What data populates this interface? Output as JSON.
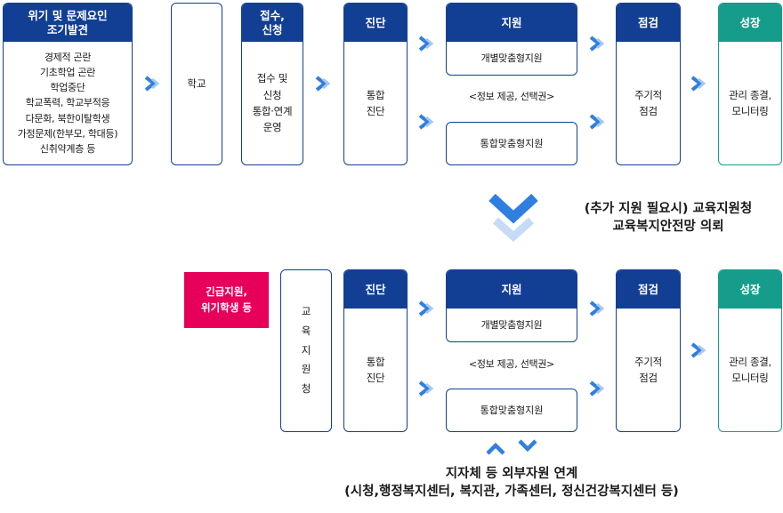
{
  "top": {
    "early": {
      "title": "위기 및 문제요인\n조기발견",
      "items": "경제적 곤란\n기초학업 곤란\n학업중단\n학교폭력, 학교부적응\n다문화, 북한이탈학생\n가정문제(한부모, 학대등)\n신취약계층 등"
    },
    "school": "학교",
    "intake": {
      "title": "접수,\n신청",
      "body": "접수 및\n신청\n통합·연계\n운영"
    },
    "diagnosis": {
      "title": "진단",
      "body": "통합\n진단"
    },
    "support": {
      "title": "지원",
      "individual": "개별맞춤형지원",
      "note": "<정보 제공, 선택권>",
      "integrated": "통합맞춤형지원"
    },
    "check": {
      "title": "점검",
      "body": "주기적\n점검"
    },
    "growth": {
      "title": "성장",
      "body": "관리 종결,\n모니터링"
    }
  },
  "referral": "(추가 지원 필요시) 교육지원청\n교육복지안전망 의뢰",
  "bottom": {
    "emergency": "긴급지원,\n위기학생 등",
    "office": [
      "교",
      "육",
      "지",
      "원",
      "청"
    ],
    "diagnosis": {
      "title": "진단",
      "body": "통합\n진단"
    },
    "support": {
      "title": "지원",
      "individual": "개별맞춤형지원",
      "note": "<정보 제공, 선택권>",
      "integrated": "통합맞춤형지원"
    },
    "check": {
      "title": "점검",
      "body": "주기적\n점검"
    },
    "growth": {
      "title": "성장",
      "body": "관리 종결,\n모니터링"
    }
  },
  "external": "지자체 등 외부자원 연계\n(시청,행정복지센터, 복지관, 가족센터, 정신건강복지센터 등)",
  "colors": {
    "navy": "#123f93",
    "green": "#169c8a",
    "chevron": "#2f7fe0",
    "emergency": "#e6005a"
  }
}
